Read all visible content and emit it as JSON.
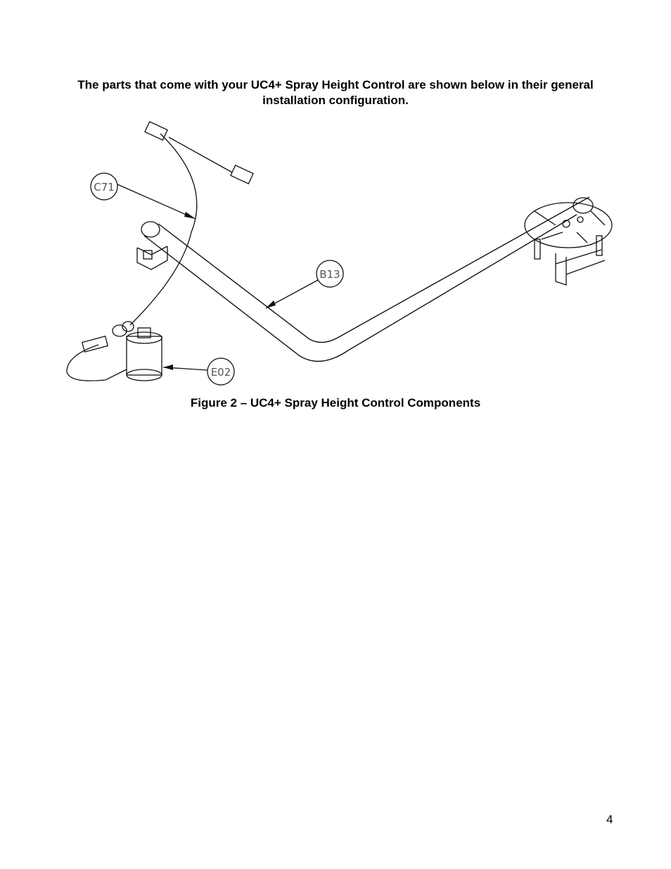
{
  "intro_text": "The parts that come with your UC4+ Spray Height Control are shown below in their general installation configuration.",
  "figure": {
    "callouts": [
      "C71",
      "B13",
      "E02"
    ]
  },
  "caption": "Figure 2 – UC4+ Spray Height Control Components",
  "page_number": "4"
}
